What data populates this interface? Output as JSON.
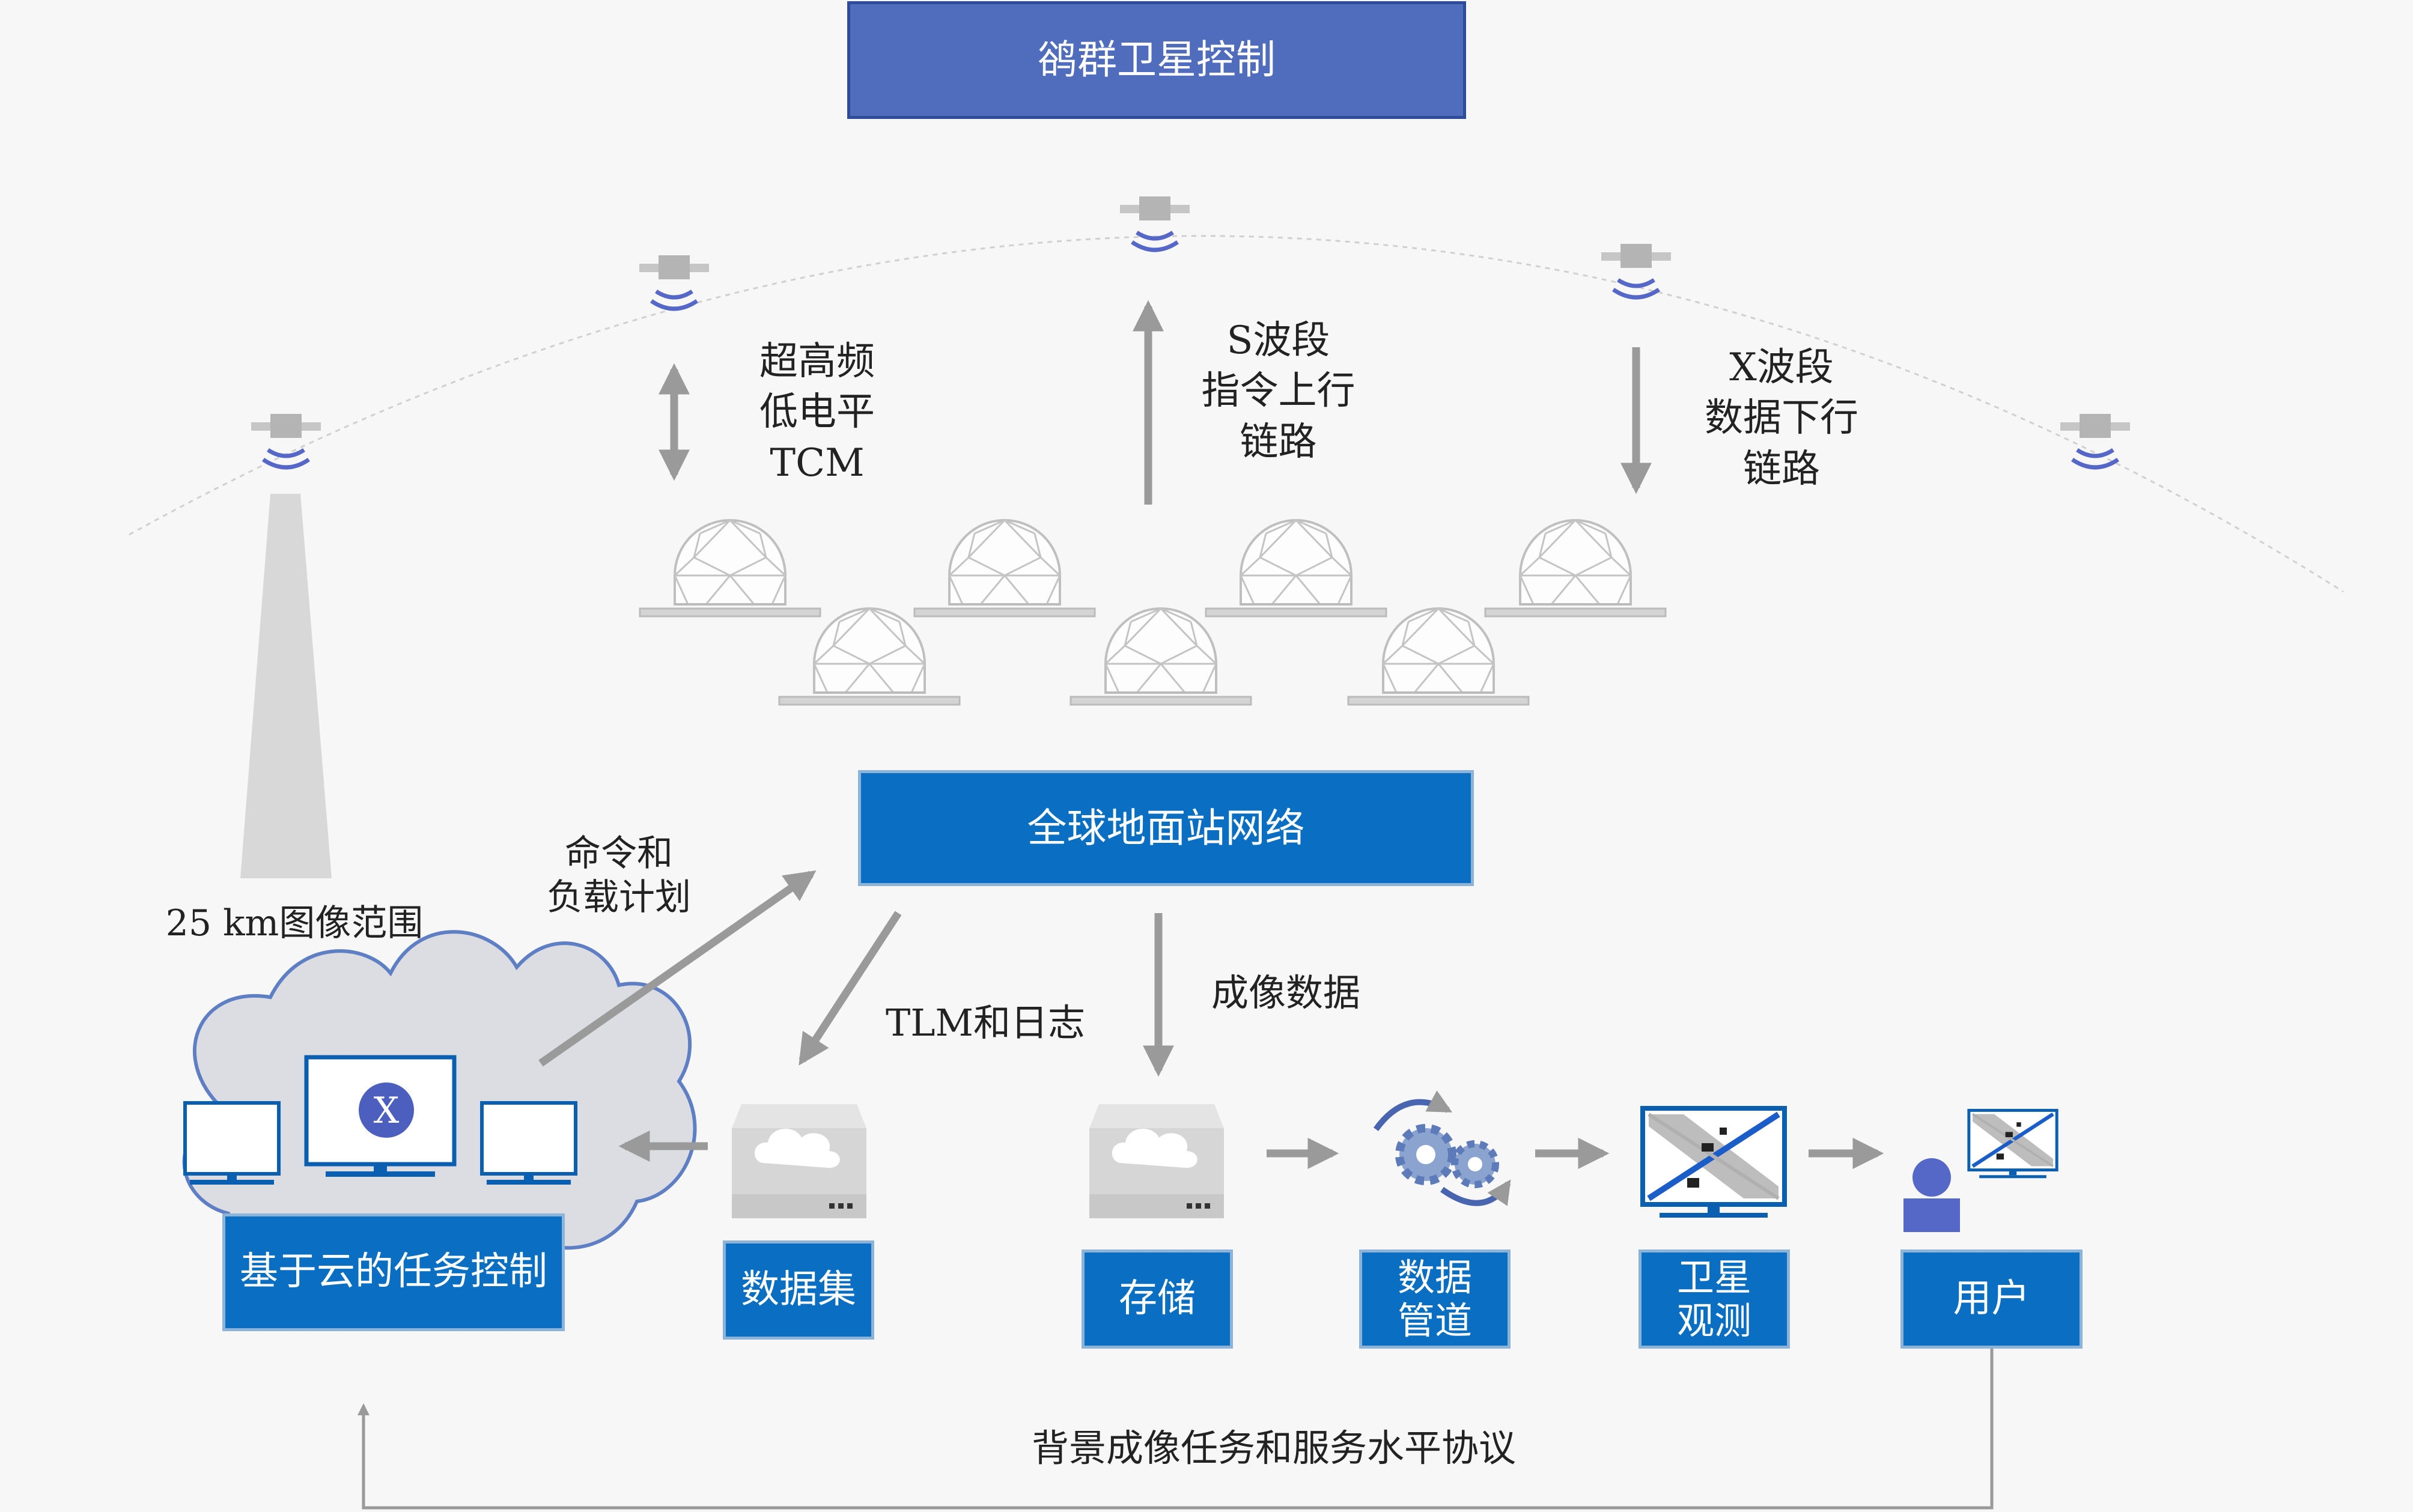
{
  "title": "鹆群卫星控制",
  "ground_network": "全球地面站网络",
  "links": {
    "uhf": "超高频\n低电平\nTCM",
    "s_band": "S波段\n指令上行\n链路",
    "x_band": "X波段\n数据下行\n链路"
  },
  "image_range": "25 km图像范围",
  "command_plan": "命令和\n负载计划",
  "tlm_logs": "TLM和日志",
  "imaging_data": "成像数据",
  "mission_control": "基于云的任务控制",
  "mission_control_badge": "X",
  "pipeline": {
    "dataset": "数据集",
    "storage": "存储",
    "data_pipeline": "数据\n管道",
    "satellite_observation": "卫星\n观测",
    "user": "用户"
  },
  "sla": "背景成像任务和服务水平协议",
  "colors": {
    "title_box": "#4f6cbd",
    "node_box": "#0a6fc2",
    "arrow": "#9a9a9a",
    "monitor": "#0a5fb0",
    "antenna": "#5567c7"
  }
}
